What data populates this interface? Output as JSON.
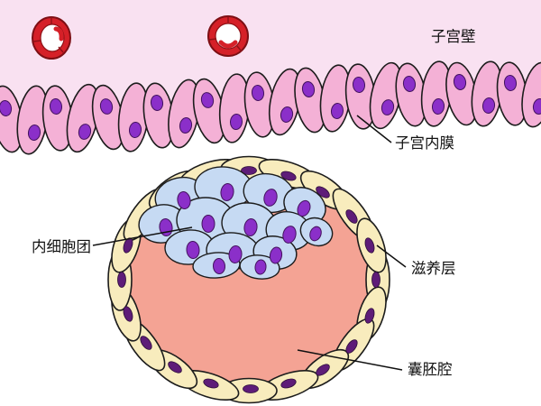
{
  "diagram": {
    "labels": {
      "uterine_wall": "子宫壁",
      "endometrium": "子宫内膜",
      "inner_cell_mass": "内细胞团",
      "trophoblast": "滋养层",
      "blastocoel": "囊胚腔"
    },
    "colors": {
      "background_top": "#f9e1f1",
      "background_bottom": "#ffffff",
      "epithelial_cell": "#f4b1d6",
      "epithelial_nucleus": "#8b2fc9",
      "vessel_red": "#d52028",
      "vessel_lumen": "#ffffff",
      "trophoblast_cell": "#f8ecbd",
      "trophoblast_nucleus": "#5e1c78",
      "icm_cell": "#c6daf3",
      "icm_nucleus": "#8b2fc9",
      "blastocoel_fill": "#f4a394",
      "label_text": "#111111"
    }
  }
}
